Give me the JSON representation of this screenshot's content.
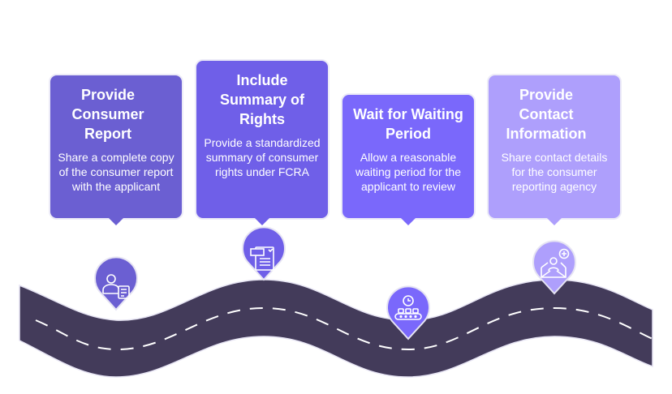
{
  "colors": {
    "road": "#433b5a",
    "road_edge": "#e6e4f3",
    "lane_marking": "#ffffff",
    "step1": "#6b5fd2",
    "step2": "#6f5fe8",
    "step3": "#7a68fb",
    "step4": "#ae9ffc"
  },
  "steps": [
    {
      "title": "Provide Consumer Report",
      "description": "Share a complete copy of the consumer report with the applicant",
      "icon": "person-with-document-icon"
    },
    {
      "title": "Include Summary of Rights",
      "description": "Provide a standardized summary of consumer rights under FCRA",
      "icon": "document-checklist-icon"
    },
    {
      "title": "Wait for Waiting Period",
      "description": "Allow a reasonable waiting period for the applicant to review",
      "icon": "clock-conveyor-icon"
    },
    {
      "title": "Provide Contact Information",
      "description": "Share contact details for the consumer reporting agency",
      "icon": "envelope-add-contact-icon"
    }
  ]
}
